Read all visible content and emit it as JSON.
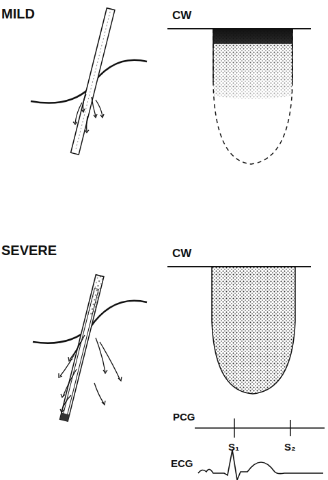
{
  "diagram": {
    "labels": [
      "MILD",
      "CW",
      "SEVERE",
      "CW",
      "PCG",
      "S₁",
      "S₂",
      "ECG"
    ]
  }
}
